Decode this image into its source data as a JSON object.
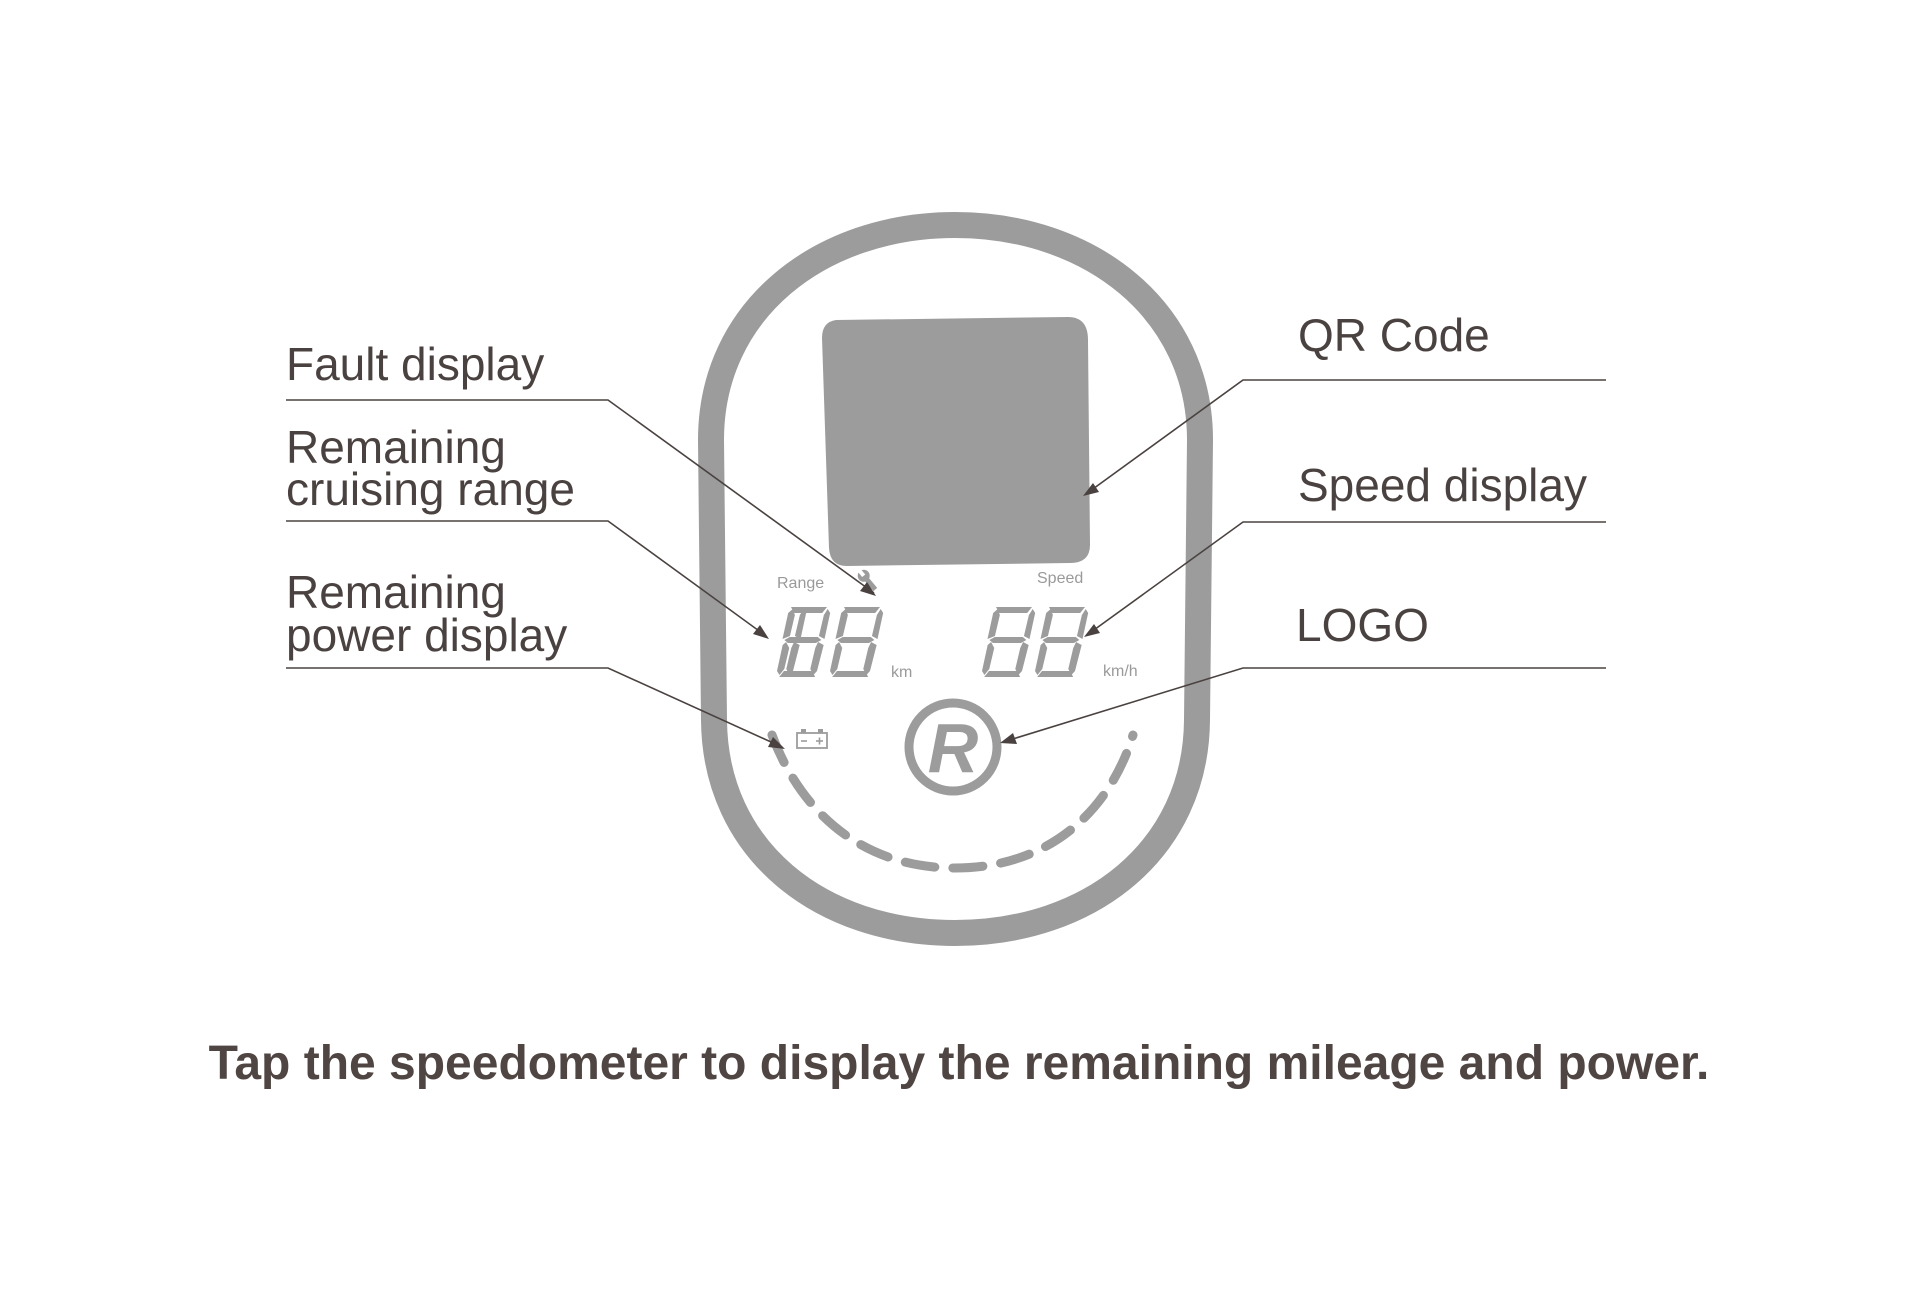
{
  "labels": {
    "fault": "Fault display",
    "range_line1": "Remaining",
    "range_line2": "cruising range",
    "power_line1": "Remaining",
    "power_line2": "power display",
    "qr": "QR Code",
    "speed": "Speed display",
    "logo": "LOGO"
  },
  "panel": {
    "range_label": "Range",
    "speed_label": "Speed",
    "range_unit": "km",
    "speed_unit": "km/h",
    "range_digits": "188",
    "speed_digits": "88",
    "logo_letter": "R"
  },
  "icons": {
    "fault": "wrench-icon",
    "battery": "battery-icon",
    "logo": "r-logo-icon"
  },
  "colors": {
    "device_gray": "#9c9c9c",
    "text_dark": "#4a4240"
  },
  "caption": "Tap the speedometer to display the remaining mileage and power."
}
